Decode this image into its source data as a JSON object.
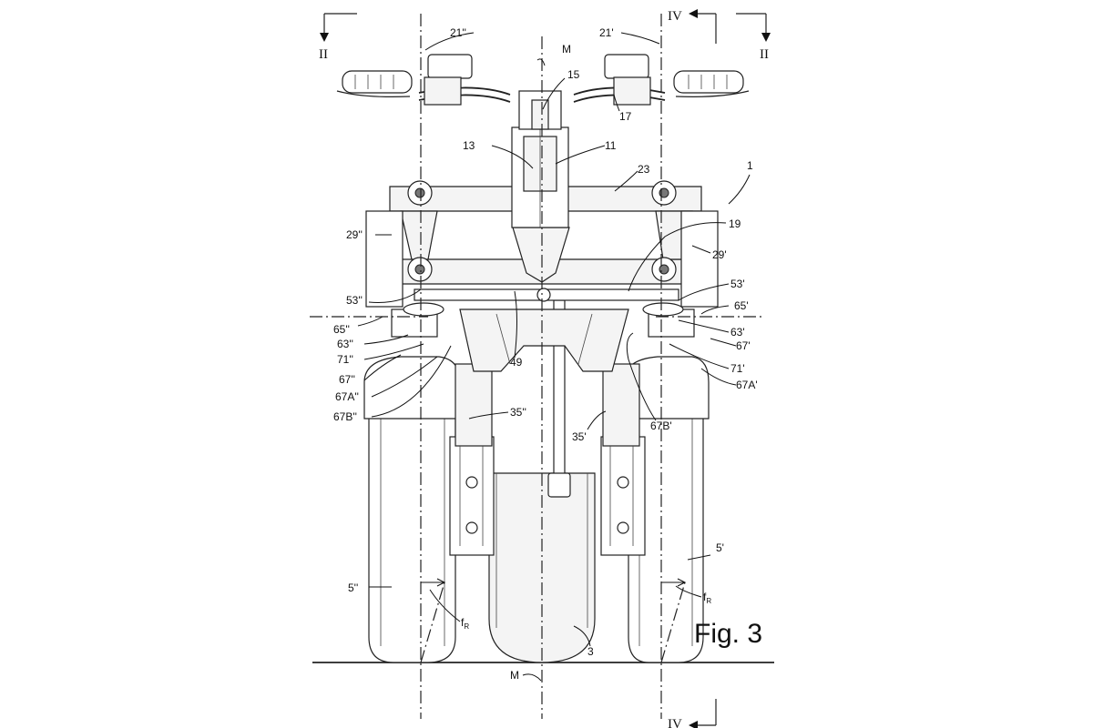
{
  "figure": {
    "caption": "Fig. 3",
    "section_marks": {
      "left_top": "II",
      "right_top": "II",
      "top_right_view": "IV",
      "bottom_right_view": "IV"
    },
    "labels": {
      "l21a": "21''",
      "l21b": "21'",
      "lM_top": "M",
      "lM_bot": "M",
      "l15": "15",
      "l17": "17",
      "l13": "13",
      "l11": "11",
      "l23": "23",
      "l1": "1",
      "l19": "19",
      "l29a": "29''",
      "l29b": "29'",
      "l53a": "53''",
      "l53b": "53'",
      "l65a": "65''",
      "l65b": "65'",
      "l63a": "63''",
      "l63b": "63'",
      "l71a": "71''",
      "l71b": "71'",
      "l67a": "67''",
      "l67b": "67'",
      "l67Aa": "67A''",
      "l67Ab": "67A'",
      "l67Ba": "67B''",
      "l67Bb": "67B'",
      "l49": "49",
      "l35a": "35''",
      "l35b": "35'",
      "l5a": "5''",
      "l5b": "5'",
      "lfRa": "f",
      "lfRb": "f",
      "lfRsub": "R",
      "l3": "3"
    }
  }
}
